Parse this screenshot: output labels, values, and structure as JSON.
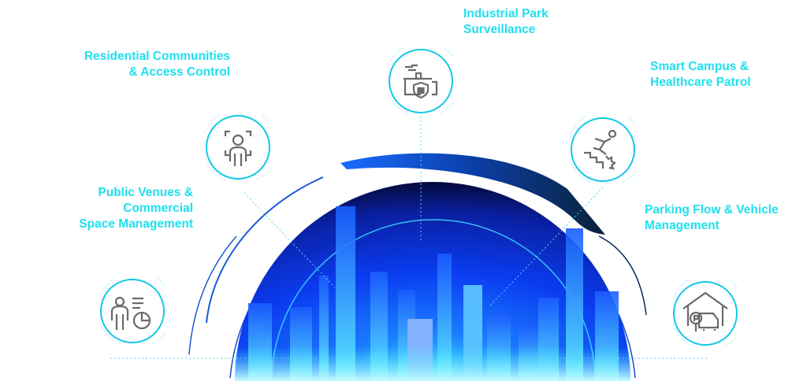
{
  "scenarios": [
    {
      "id": "industrial",
      "lines": [
        "Industrial Park",
        "Surveillance"
      ],
      "icon": "factory-shield-lock-icon"
    },
    {
      "id": "residential",
      "lines": [
        "Residential Communities",
        "& Access Control"
      ],
      "icon": "face-recognition-person-icon"
    },
    {
      "id": "campus",
      "lines": [
        "Smart Campus &",
        "Healthcare Patrol"
      ],
      "icon": "person-falling-stairs-icon"
    },
    {
      "id": "public",
      "lines": [
        "Public Venues &",
        "Commercial",
        "Space Management"
      ],
      "icon": "person-analytics-icon"
    },
    {
      "id": "parking",
      "lines": [
        "Parking Flow & Vehicle",
        "Management"
      ],
      "icon": "parking-garage-car-icon"
    }
  ],
  "colors": {
    "label": "#1fe0ef",
    "ring": "#14c8e6",
    "icon": "#6a6a6a",
    "dome_dark": "#050a3a",
    "dome_blue": "#0a3cf0",
    "dome_cyan": "#3fe6ff"
  }
}
